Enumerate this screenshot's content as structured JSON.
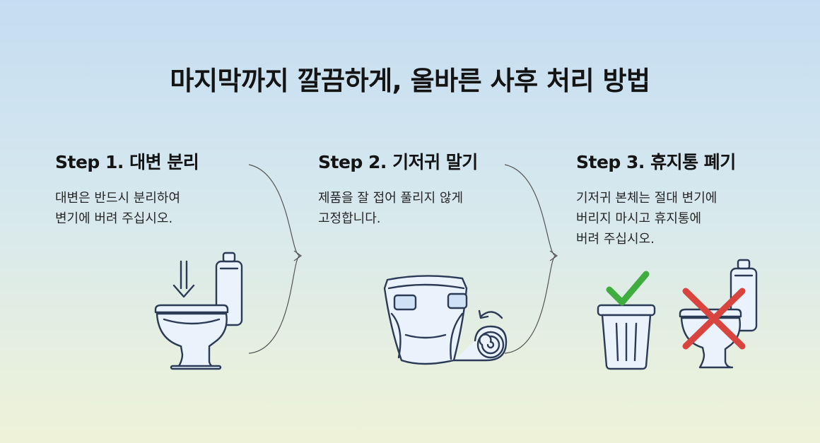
{
  "title": "마지막까지 깔끔하게, 올바른 사후 처리 방법",
  "steps": [
    {
      "heading": "Step 1. 대변 분리",
      "lines": [
        "대변은 반드시 분리하여",
        "변기에 버려 주십시오."
      ],
      "icon": "toilet-with-down-arrow-icon"
    },
    {
      "heading": "Step 2. 기저귀 말기",
      "lines": [
        "제품을 잘 접어 풀리지 않게",
        "고정합니다."
      ],
      "icon": "rolled-diaper-icon"
    },
    {
      "heading": "Step 3. 휴지통 폐기",
      "lines": [
        "기저귀 본체는 절대 변기에",
        "버리지 마시고 휴지통에",
        "버려 주십시오."
      ],
      "icon": "trash-can-check-toilet-cross-icon"
    }
  ],
  "colors": {
    "check": "#3fae3f",
    "cross": "#d9453e",
    "outline": "#2b3a55",
    "fill": "#e9f2fb"
  }
}
